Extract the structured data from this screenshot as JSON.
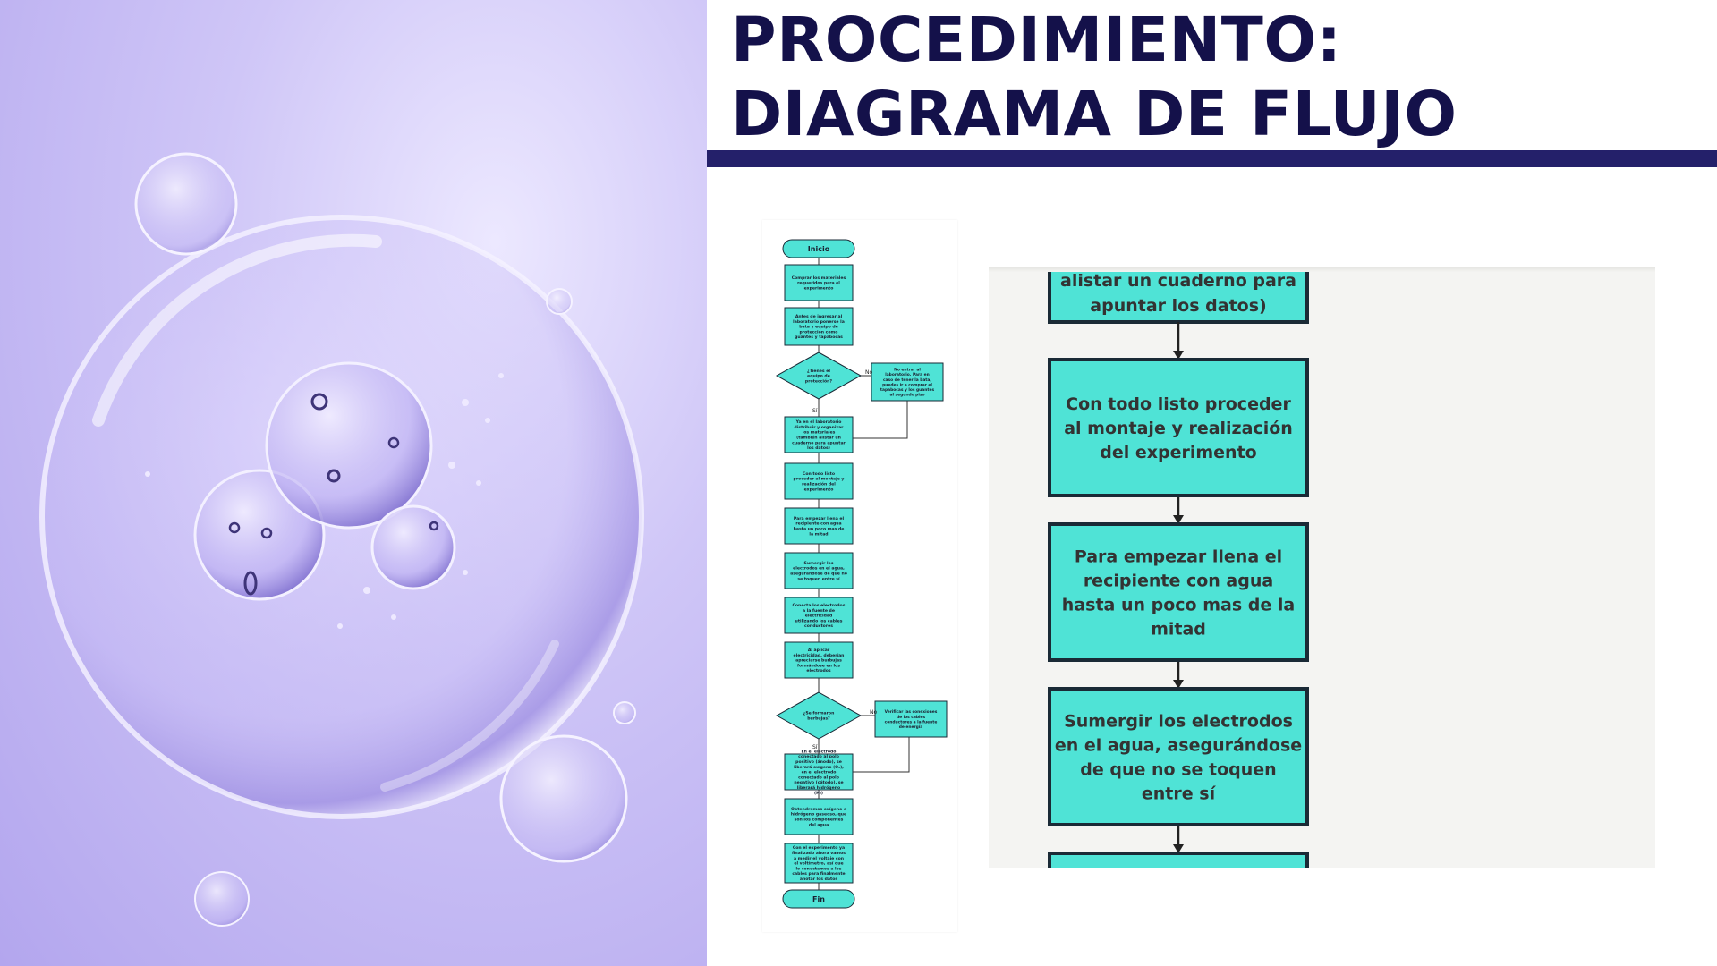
{
  "title": {
    "line1": "PROCEDIMIENTO:",
    "line2": "DIAGRAMA DE FLUJO"
  },
  "colors": {
    "navy": "#14114a",
    "rule": "#24206a",
    "node_fill": "#4fe3d6",
    "node_stroke": "#1a2a36",
    "lavender": "#c3b8f3"
  },
  "image": {
    "icon": "cell-bubbles-illustration"
  },
  "flowchart": {
    "nodes": [
      {
        "shape": "terminal",
        "label": "Inicio"
      },
      {
        "shape": "process",
        "label": "Comprar los materiales requeridos para el experimento"
      },
      {
        "shape": "process",
        "label": "Antes de ingresar al laboratorio ponerse la bata y equipo de protección como guantes y tapabocas"
      },
      {
        "shape": "decision",
        "label": "¿Tienes el equipo de protección?"
      },
      {
        "shape": "process",
        "label": "Ya en el laboratorio distribuir y organizar los materiales (también alistar un cuaderno para apuntar los datos)"
      },
      {
        "shape": "process",
        "label": "Con todo listo proceder al montaje y realización del experimento"
      },
      {
        "shape": "process",
        "label": "Para empezar llena el recipiente con agua hasta un poco mas de la mitad"
      },
      {
        "shape": "process",
        "label": "Sumergir los electrodos en el agua, asegurándose de que no se toquen entre sí"
      },
      {
        "shape": "process",
        "label": "Conecta los electrodos a la fuente de electricidad utilizando los cables conductores"
      },
      {
        "shape": "process",
        "label": "Al aplicar electricidad, deberían apreciarse burbujas formándose en los electrodos"
      },
      {
        "shape": "decision",
        "label": "¿Se formaron burbujas?"
      },
      {
        "shape": "process",
        "label": "En el electrodo conectado al polo positivo (ánodo), se liberará oxígeno (O₂), en el electrodo conectado al polo negativo (cátodo), se liberará hidrógeno (H₂)"
      },
      {
        "shape": "process",
        "label": "Obtendremos oxígeno e hidrógeno gaseoso, que son los componentes del agua"
      },
      {
        "shape": "process",
        "label": "Con el experimento ya finalizado ahora vamos a medir el voltaje con el voltímetro, así que lo conectamos a los cables para finalmente anotar los datos"
      },
      {
        "shape": "terminal",
        "label": "Fin"
      }
    ],
    "side_nodes": [
      {
        "label": "No entrar al laboratorio. Para en caso de tener la bata, puedes ir a comprar el tapabocas y los guantes al segundo piso"
      },
      {
        "label": "Verificar las conexiones de los cables conductores a la fuente de energía"
      }
    ],
    "branch_no": "No",
    "branch_yes": "Sí"
  },
  "zoom": {
    "fragment_lines": [
      "alistar un cuaderno para",
      "apuntar los datos)"
    ],
    "boxes": [
      {
        "lines": [
          "Con todo listo proceder",
          "al montaje y realización",
          "del experimento"
        ]
      },
      {
        "lines": [
          "Para empezar llena el",
          "recipiente con agua",
          "hasta un poco mas de la",
          "mitad"
        ]
      },
      {
        "lines": [
          "Sumergir los electrodos",
          "en el agua, asegurándose",
          "de que no se toquen",
          "entre sí"
        ]
      }
    ]
  }
}
